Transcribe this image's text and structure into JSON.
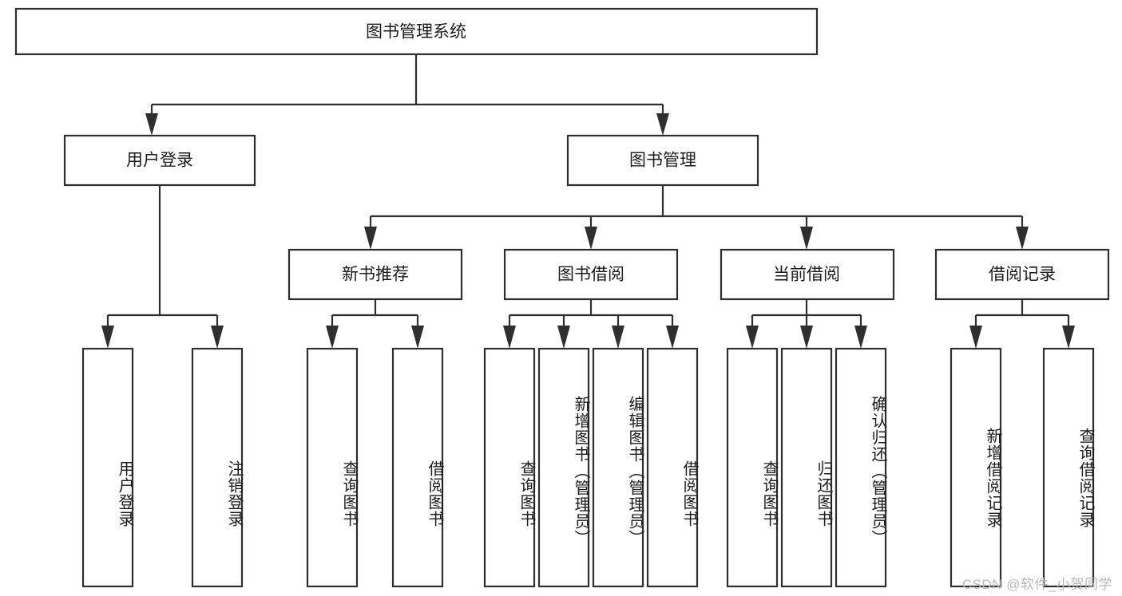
{
  "diagram": {
    "title": "图书管理系统",
    "watermark": "CSDN @软件_小贺同学",
    "type": "tree-hierarchy-diagram",
    "colors": {
      "box_stroke": "#2f2f2f",
      "box_fill": "#ffffff",
      "text": "#1c1c1c",
      "connector": "#2f2f2f",
      "background": "#ffffff",
      "watermark": "#b9b9b9"
    },
    "nodes": {
      "root": {
        "label": "图书管理系统"
      },
      "level1": [
        {
          "label": "用户登录"
        },
        {
          "label": "图书管理"
        }
      ],
      "level2": [
        {
          "label": "新书推荐"
        },
        {
          "label": "图书借阅"
        },
        {
          "label": "当前借阅"
        },
        {
          "label": "借阅记录"
        }
      ],
      "leaves": {
        "user_login": [
          {
            "label": "用户登录"
          },
          {
            "label": "注销登录"
          }
        ],
        "new_book_recommend": [
          {
            "label": "查询图书"
          },
          {
            "label": "借阅图书"
          }
        ],
        "book_borrow": [
          {
            "label": "查询图书"
          },
          {
            "label": "新增图书（管理员）"
          },
          {
            "label": "编辑图书（管理员）"
          },
          {
            "label": "借阅图书"
          }
        ],
        "current_borrow": [
          {
            "label": "查询图书"
          },
          {
            "label": "归还图书"
          },
          {
            "label": "确认归还（管理员）"
          }
        ],
        "borrow_record": [
          {
            "label": "新增借阅记录"
          },
          {
            "label": "查询借阅记录"
          }
        ]
      }
    }
  }
}
